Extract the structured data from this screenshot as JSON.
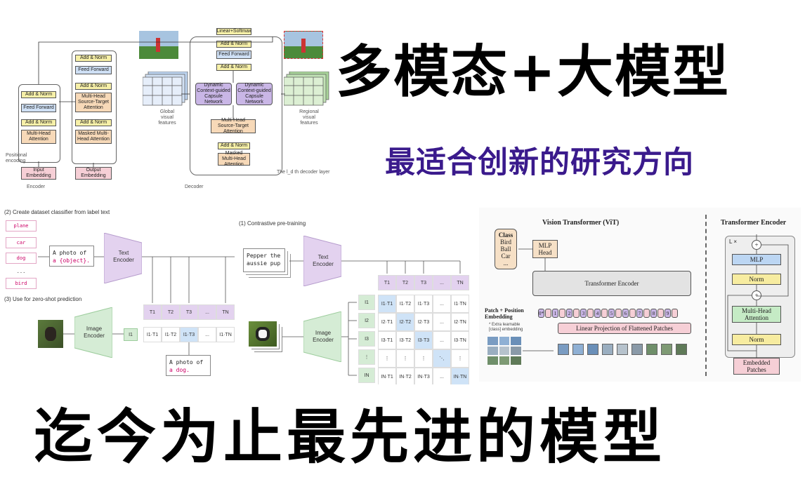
{
  "titles": {
    "main": "多模态+大模型",
    "subtitle": "最适合创新的研究方向",
    "bottom": "迄今为止最先进的模型"
  },
  "transformer_diagram": {
    "encoder_label": "Encoder",
    "decoder_label": "Decoder",
    "add_norm": "Add & Norm",
    "feed_forward": "Feed Forward",
    "multi_head_attention": "Multi-Head Attention",
    "multi_head_source_target": "Multi-Head Source-Target Attention",
    "masked_multi_head": "Masked Multi-Head Attention",
    "input_embedding": "Input Embedding",
    "output_embedding": "Output Embedding",
    "linear_softmax": "Linear+Softmax",
    "dynamic_capsule": "Dynamic Context-guided Capsule Network",
    "global_features": "Global visual features",
    "regional_features": "Regional visual features",
    "positional_encoding": "Positional encoding",
    "decoder_layer_caption": "The l_d th decoder layer"
  },
  "clip_diagram": {
    "step2": "(2) Create dataset classifier from label text",
    "step3": "(3) Use for zero-shot prediction",
    "step1": "(1) Contrastive pre-training",
    "labels": [
      "plane",
      "car",
      "dog",
      "bird"
    ],
    "ellipsis": "...",
    "prompt_line1": "A photo of",
    "prompt_line2": "a {object}.",
    "text_encoder": "Text Encoder",
    "image_encoder": "Image Encoder",
    "t_tokens": [
      "T1",
      "T2",
      "T3",
      "...",
      "TN"
    ],
    "i1": "I1",
    "row_cells": [
      "I1·T1",
      "I1·T2",
      "I1·T3",
      "...",
      "I1·TN"
    ],
    "result_line1": "A photo of",
    "result_line2": "a dog.",
    "pepper_line1": "Pepper the",
    "pepper_line2": "aussie pup",
    "i_tokens": [
      "I1",
      "I2",
      "I3",
      "⋮",
      "IN"
    ],
    "matrix": [
      [
        "I1·T1",
        "I1·T2",
        "I1·T3",
        "...",
        "I1·TN"
      ],
      [
        "I2·T1",
        "I2·T2",
        "I2·T3",
        "...",
        "I2·TN"
      ],
      [
        "I3·T1",
        "I3·T2",
        "I3·T3",
        "...",
        "I3·TN"
      ],
      [
        "⋮",
        "⋮",
        "⋮",
        "⋱",
        "⋮"
      ],
      [
        "IN·T1",
        "IN·T2",
        "IN·T3",
        "...",
        "IN·TN"
      ]
    ]
  },
  "vit_diagram": {
    "title": "Vision Transformer (ViT)",
    "encoder_title": "Transformer Encoder",
    "class_heading": "Class",
    "classes": [
      "Bird",
      "Ball",
      "Car",
      "..."
    ],
    "mlp_head": "MLP Head",
    "transformer_encoder": "Transformer Encoder",
    "patch_pos_line1": "Patch + Position",
    "patch_pos_line2": "Embedding",
    "extra_line1": "* Extra learnable",
    "extra_line2": "[class] embedding",
    "linear_projection": "Linear Projection of Flattened Patches",
    "tokens": [
      "0*",
      "1",
      "2",
      "3",
      "4",
      "5",
      "6",
      "7",
      "8",
      "9"
    ],
    "lx": "L ×",
    "mlp": "MLP",
    "norm": "Norm",
    "mha": "Multi-Head Attention",
    "embedded_patches": "Embedded Patches"
  }
}
